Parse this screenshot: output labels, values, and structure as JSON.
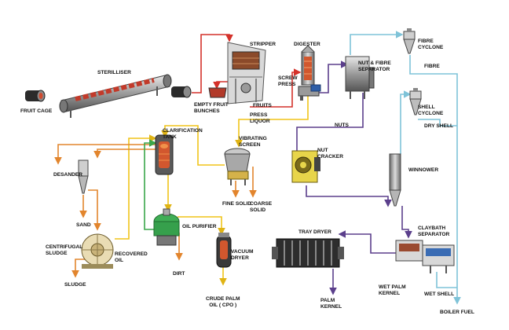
{
  "colors": {
    "red": "#d4312a",
    "purple": "#5b3f8c",
    "yellow": "#f0c419",
    "orange": "#e2852d",
    "cyan": "#7fc3d8",
    "green": "#3aa64a"
  },
  "labels": {
    "fruit_cage": "FRUIT CAGE",
    "steriliser": "STERILLISER",
    "empty_fruit_bunches": "EMPTY FRUIT\nBUNCHES",
    "stripper": "STRIPPER",
    "fruits": "FRUITS",
    "digester": "DIGESTER",
    "screw_press": "SCREW\nPRESS",
    "press_liquor": "PRESS\nLIQUOR",
    "nut_fibre_separator": "NUT & FIBRE\nSEPARATOR",
    "fibre_cyclone": "FIBRE\nCYCLONE",
    "fibre": "FIBRE",
    "shell_cyclone": "SHELL\nCYCLONE",
    "dry_shell": "DRY SHELL",
    "nuts": "NUTS",
    "nut_cracker": "NUT\nCRACKER",
    "winnower": "WINNOWER",
    "claybath_separator": "CLAYBATH\nSEPARATOR",
    "wet_shell": "WET SHELL",
    "boiler_fuel": "BOILER FUEL",
    "wet_palm_kernel": "WET PALM\nKERNEL",
    "tray_dryer": "TRAY DRYER",
    "palm_kernel": "PALM\nKERNEL",
    "clarification_tank": "CLARIFICATION\nTANK",
    "vibrating_screen": "VIBRATING\nSCREEN",
    "fine_solid": "FINE SOLID",
    "coarse_solid": "COARSE\nSOLID",
    "desander": "DESANDER",
    "sand": "SAND",
    "centrifugal_sludge": "CENTRIFUGAL\nSLUDGE",
    "recovered_oil": "RECOVERED\nOIL",
    "sludge": "SLUDGE",
    "oil_purifier": "OIL PURIFIER",
    "dirt": "DIRT",
    "vacuum_dryer": "VACUUM\nDRYER",
    "crude_palm_oil": "CRUDE PALM\nOIL ( CPO )"
  },
  "icons": [
    "fruit-cage-icon",
    "steriliser-icon",
    "bunch-bin-icon",
    "stripper-icon",
    "digester-icon",
    "screw-press-icon",
    "nut-fibre-separator-icon",
    "cyclone-icon",
    "nut-cracker-icon",
    "winnower-icon",
    "claybath-separator-icon",
    "tray-dryer-icon",
    "clarification-tank-icon",
    "vibrating-screen-icon",
    "desander-icon",
    "centrifuge-icon",
    "oil-purifier-icon",
    "vacuum-dryer-icon"
  ]
}
